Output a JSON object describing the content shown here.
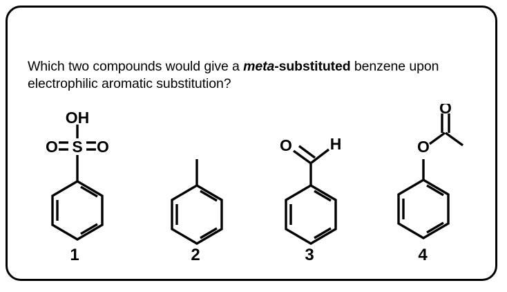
{
  "slide": {
    "background_color": "#ffffff",
    "border_color": "#000000",
    "bond_color": "#000000"
  },
  "question": {
    "part1": "Which two compounds would give a ",
    "emphasis_italic": "meta",
    "emphasis_bold": "-substituted",
    "part2": " benzene upon electrophilic aromatic substitution?"
  },
  "compounds": [
    {
      "label": "1",
      "name": "benzenesulfonic-acid",
      "atoms": [
        "OH",
        "O",
        "S",
        "O"
      ],
      "ring": "benzene"
    },
    {
      "label": "2",
      "name": "toluene",
      "atoms": [],
      "ring": "benzene"
    },
    {
      "label": "3",
      "name": "benzaldehyde",
      "atoms": [
        "O",
        "H"
      ],
      "ring": "benzene"
    },
    {
      "label": "4",
      "name": "phenyl-acetate",
      "atoms": [
        "O",
        "O"
      ],
      "ring": "benzene"
    }
  ],
  "atom_labels": {
    "oh": "OH",
    "o": "O",
    "s": "S",
    "h": "H"
  }
}
